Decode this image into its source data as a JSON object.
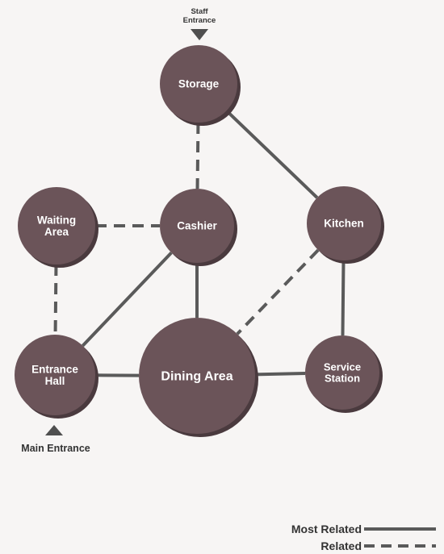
{
  "entrances": {
    "staff": [
      "Staff",
      "Entrance"
    ],
    "main": "Main Entrance"
  },
  "nodes": {
    "storage": {
      "label": [
        "Storage"
      ]
    },
    "waiting_area": {
      "label": [
        "Waiting",
        "Area"
      ]
    },
    "cashier": {
      "label": [
        "Cashier"
      ]
    },
    "kitchen": {
      "label": [
        "Kitchen"
      ]
    },
    "entrance_hall": {
      "label": [
        "Entrance",
        "Hall"
      ]
    },
    "dining_area": {
      "label": [
        "Dining Area"
      ]
    },
    "service_station": {
      "label": [
        "Service",
        "Station"
      ]
    }
  },
  "edges": [
    {
      "from": "storage",
      "to": "cashier",
      "type": "related"
    },
    {
      "from": "storage",
      "to": "kitchen",
      "type": "most_related"
    },
    {
      "from": "waiting_area",
      "to": "cashier",
      "type": "related"
    },
    {
      "from": "waiting_area",
      "to": "entrance_hall",
      "type": "related"
    },
    {
      "from": "cashier",
      "to": "entrance_hall",
      "type": "most_related"
    },
    {
      "from": "cashier",
      "to": "dining_area",
      "type": "most_related"
    },
    {
      "from": "kitchen",
      "to": "dining_area",
      "type": "related"
    },
    {
      "from": "kitchen",
      "to": "service_station",
      "type": "most_related"
    },
    {
      "from": "entrance_hall",
      "to": "dining_area",
      "type": "most_related"
    },
    {
      "from": "dining_area",
      "to": "service_station",
      "type": "most_related"
    }
  ],
  "legend": {
    "most_related": "Most Related",
    "related": "Related"
  },
  "colors": {
    "node_fill": "#6b5459",
    "node_shadow": "#4a3a3e",
    "line": "#5a5a5a",
    "label": "#ffffff",
    "text": "#333333"
  }
}
